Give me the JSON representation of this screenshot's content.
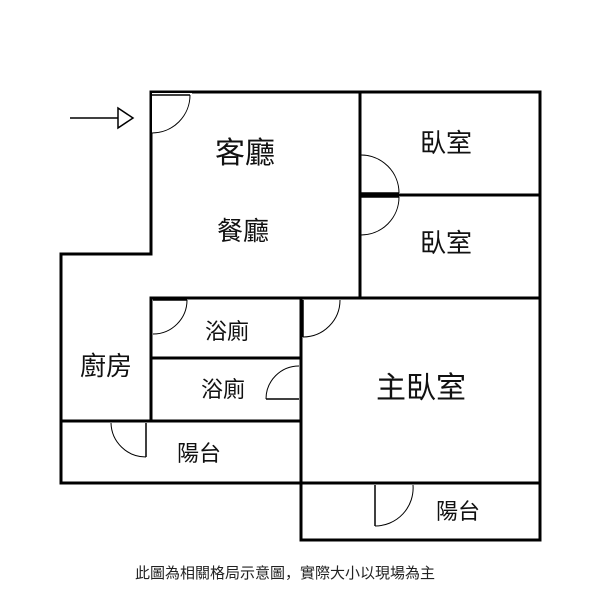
{
  "rooms": {
    "living": "客廳",
    "dining": "餐廳",
    "bedroom1": "臥室",
    "bedroom2": "臥室",
    "bath1": "浴廁",
    "bath2": "浴廁",
    "kitchen": "廚房",
    "master": "主臥室",
    "balcony1": "陽台",
    "balcony2": "陽台"
  },
  "caption": "此圖為相關格局示意圖，實際大小以現場為主"
}
